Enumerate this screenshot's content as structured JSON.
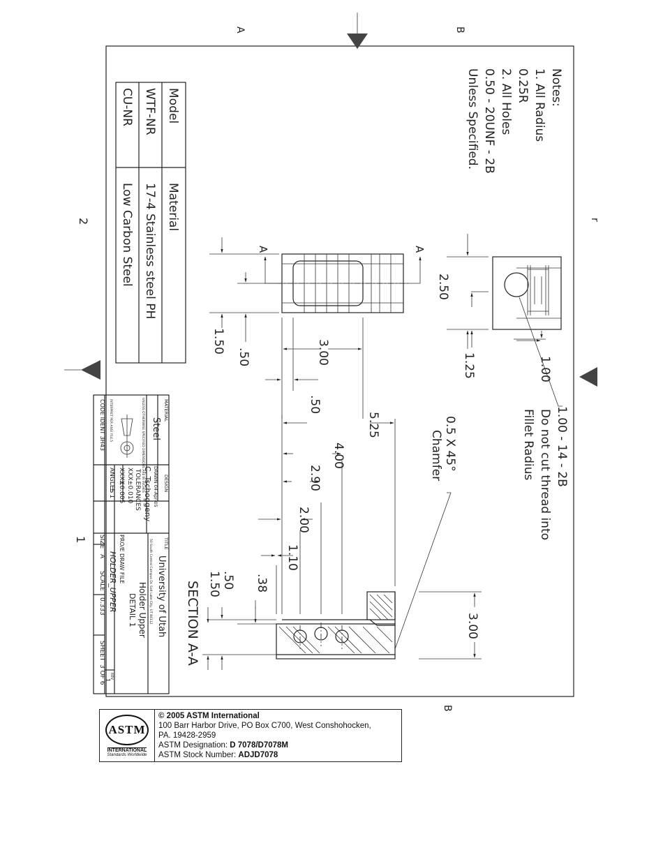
{
  "edge_marks": {
    "top_a": "A",
    "top_b": "B",
    "left_2": "2",
    "left_1": "1",
    "right_r": "r",
    "bottom_b": "B"
  },
  "notes": {
    "lines": [
      "Notes:",
      "1. All Radius",
      "0.25R",
      "2. All Holes",
      "0.50 - 20UNF - 2B",
      "Unless Specified."
    ]
  },
  "model_table": {
    "header_model": "Model",
    "header_material": "Material",
    "rows": [
      {
        "model": "WTF-NR",
        "material": "17-4 Stainless steel PH"
      },
      {
        "model": "CU-NR",
        "material": "Low Carbon Steel"
      }
    ]
  },
  "dimensions": {
    "top_250": "2.50",
    "top_125": "1.25",
    "top_100": "1.00",
    "thread_note_1": "1.00 - 14 - 2B",
    "thread_note_2": "Do not cut thread into",
    "thread_note_3": "Fillet Radius",
    "mid_150": "1.50",
    "mid_50": ".50",
    "mid_300": "3.00",
    "mid_50b": ".50",
    "chamfer_1": "0.5 X 45°",
    "chamfer_2": "Chamfer",
    "sec_525": "5.25",
    "sec_400": "4.00",
    "sec_290": "2.90",
    "sec_200": "2.00",
    "sec_110": "1.10",
    "sec_38": ".38",
    "sec_50": ".50",
    "sec_150": "1.50",
    "sec_300": "3.00",
    "section_label": "SECTION A-A",
    "cut_a": "A"
  },
  "title_block": {
    "material_label": "MATERIAL",
    "material_value": "Steel",
    "design_label": "DESIGN",
    "drawn_label": "DRAWN 04-Apr-05",
    "drawn_by": "C. Tschoggeny",
    "unless_note": "UNLESS OTHERWISE SPECIFIED DIMENSIONS ARE IN INCHES",
    "tolerances_label": "TOLERANCES",
    "tol_xxx_label": "XXX",
    "tol_xxx": "±0.010",
    "tol_xxxx_label": "XXXX",
    "tol_xxxx": "±0.005",
    "angles_label": "ANGLES",
    "angles_value": "± 1",
    "interpret": "INTERPRET PER ANSI Y14.5",
    "code_ident": "CODE IDENT 3H43",
    "title_label": "TITLE",
    "org": "University of Utah",
    "org_address": "50 South Central Campus Dr. Salt Lake City, UT 84112",
    "part_title": "Holder Upper",
    "part_detail": "DETAIL 1",
    "proe_label": "PRO/E DRAW FILE",
    "proe_file": "HOLDER_UPPER",
    "rev_label": "REV",
    "rev": "1",
    "size_label": "SIZE",
    "size": "A",
    "scale_label": "SCALE",
    "scale": "0.333",
    "sheet_label": "SHEET",
    "sheet": "3 OF 6"
  },
  "footer": {
    "logo_text": "ASTM",
    "logo_sub1": "INTERNATIONAL",
    "logo_sub2": "Standards Worldwide",
    "copyright": "© 2005 ASTM International",
    "address_1": "100 Barr Harbor Drive, PO Box C700, West Conshohocken,",
    "address_2": "PA. 19428-2959",
    "designation_label": "ASTM Designation: ",
    "designation": "D 7078/D7078M",
    "stock_label": "ASTM Stock Number: ",
    "stock": "ADJD7078"
  }
}
